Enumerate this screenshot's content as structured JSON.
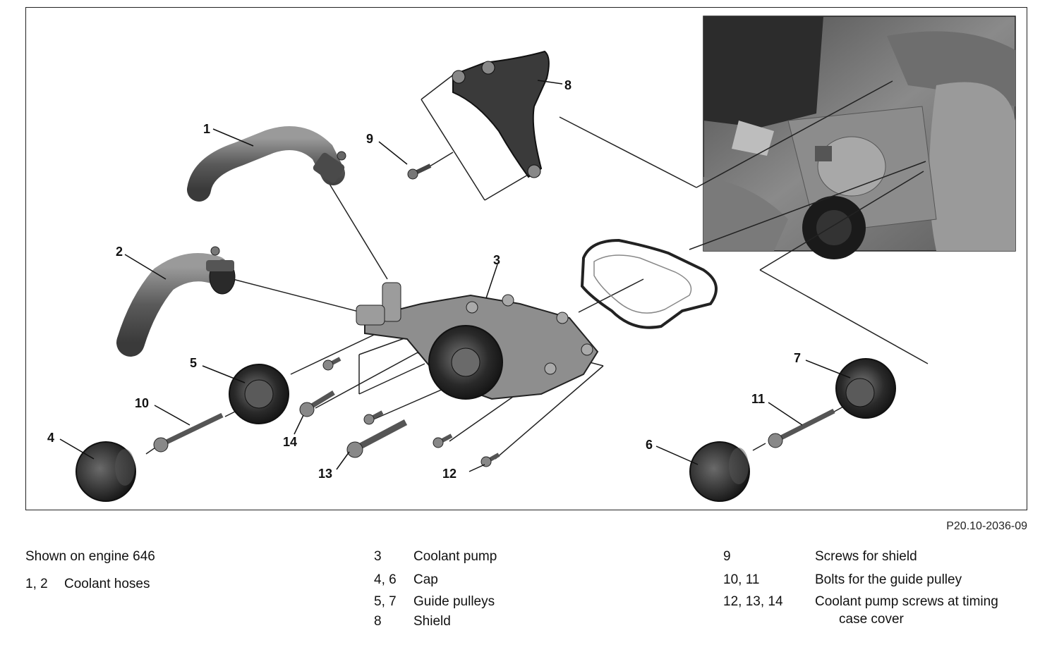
{
  "figure": {
    "callouts": [
      "1",
      "2",
      "3",
      "4",
      "5",
      "6",
      "7",
      "8",
      "9",
      "10",
      "11",
      "12",
      "13",
      "14"
    ],
    "reference_code": "P20.10-2036-09"
  },
  "legend": {
    "note": "Shown on engine 646",
    "items": [
      {
        "num": "1, 2",
        "desc": "Coolant hoses"
      },
      {
        "num": "3",
        "desc": "Coolant pump"
      },
      {
        "num": "4, 6",
        "desc": "Cap"
      },
      {
        "num": "5, 7",
        "desc": "Guide pulleys"
      },
      {
        "num": "8",
        "desc": "Shield"
      },
      {
        "num": "9",
        "desc": "Screws for shield"
      },
      {
        "num": "10, 11",
        "desc": "Bolts for the guide pulley"
      },
      {
        "num": "12, 13, 14",
        "desc": "Coolant pump screws at timing",
        "desc2": "case cover"
      }
    ]
  }
}
